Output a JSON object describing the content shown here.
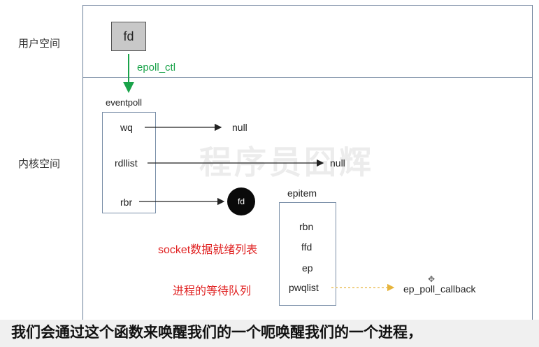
{
  "regions": {
    "user_space": "用户空间",
    "kernel_space": "内核空间"
  },
  "user_fd": "fd",
  "epoll_ctl": "epoll_ctl",
  "watermark": "程序员囧辉",
  "eventpoll": {
    "title": "eventpoll",
    "fields": [
      "wq",
      "rdllist",
      "rbr"
    ]
  },
  "targets": {
    "wq": "null",
    "rdllist": "null",
    "rbr": "fd"
  },
  "epitem": {
    "title": "epitem",
    "fields": [
      "rbn",
      "ffd",
      "ep",
      "pwqlist"
    ]
  },
  "callback": "ep_poll_callback",
  "annotations": {
    "socket_ready": "socket数据就绪列表",
    "waiting_queue": "进程的等待队列"
  },
  "caption": "我们会通过这个函数来唤醒我们的一个呃唤醒我们的一个进程，",
  "colors": {
    "green": "#1aa34a",
    "red": "#e02020",
    "frame": "#6b7f9a",
    "dashed": "#e6b43c"
  }
}
